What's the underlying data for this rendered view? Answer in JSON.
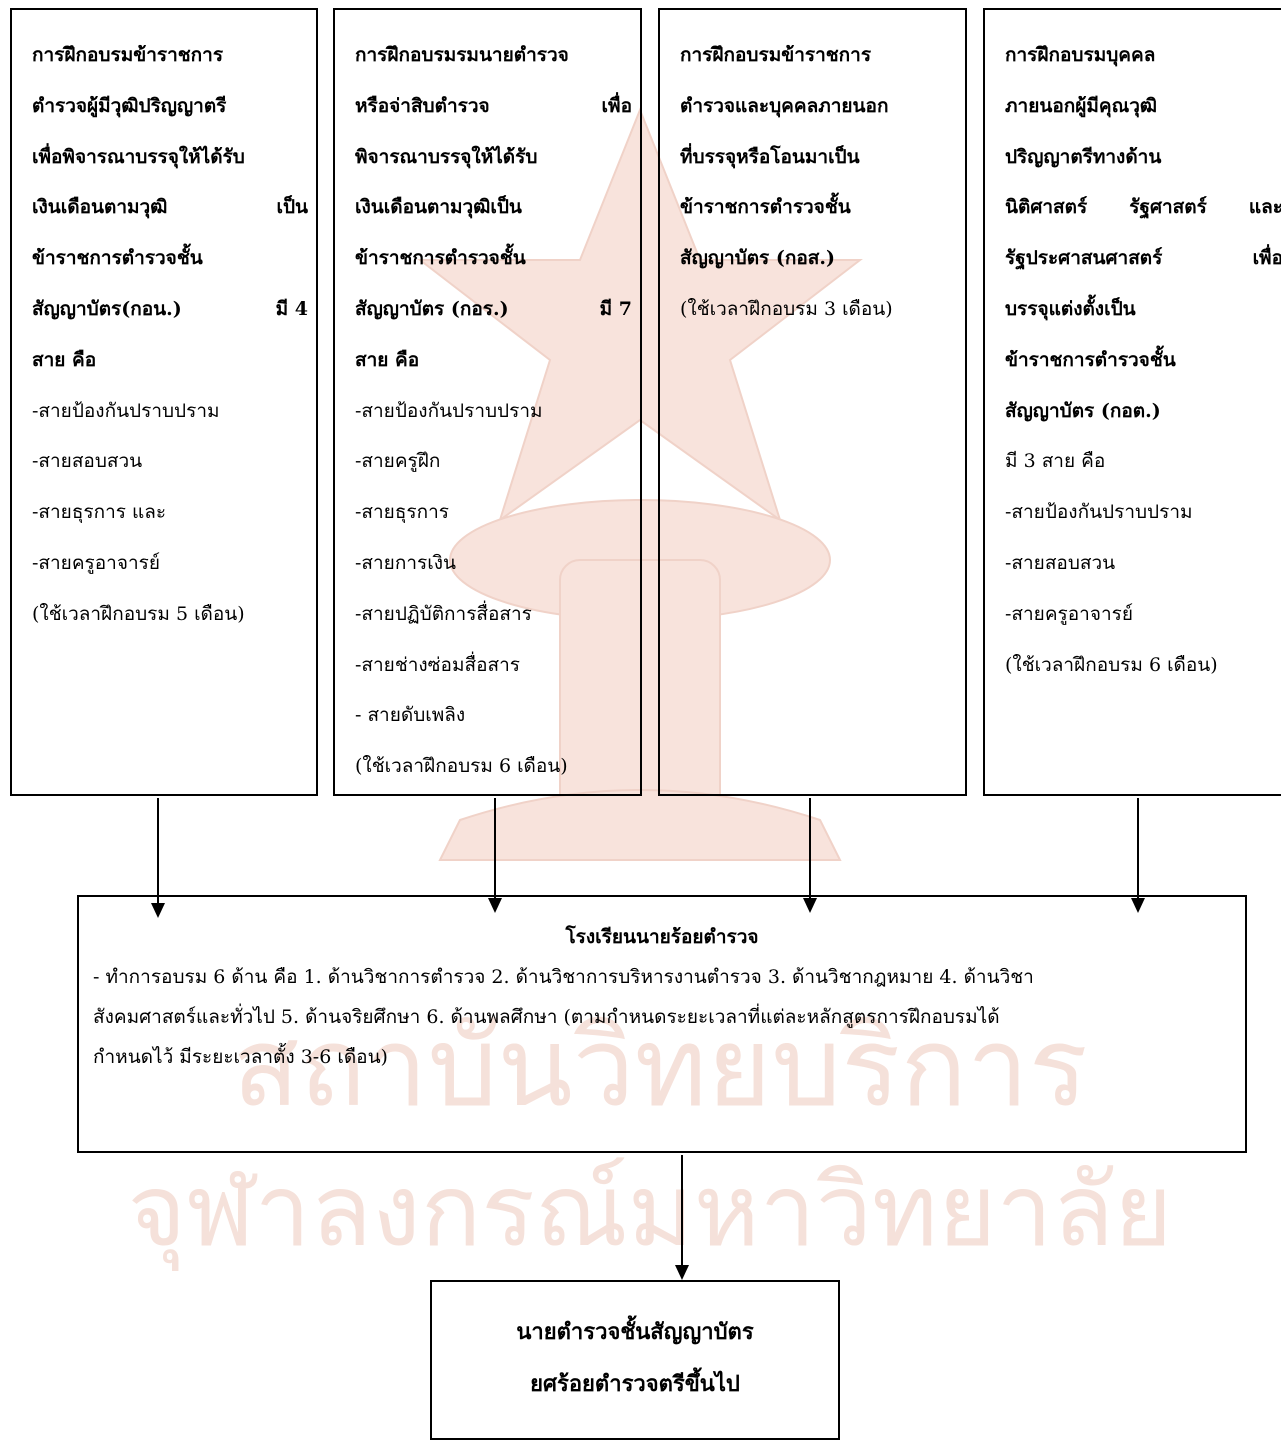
{
  "boxes": {
    "gon": {
      "title_lines": [
        "การฝึกอบรมข้าราชการ",
        "ตำรวจผู้มีวุฒิปริญญาตรี",
        "เพื่อพิจารณาบรรจุให้ได้รับ",
        "เงินเดือนตามวุฒิ เป็น",
        "ข้าราชการตำรวจชั้น"
      ],
      "title_last": "สัญญาบัตร(กอน.)",
      "count": "มี 4",
      "lead": "สาย คือ",
      "tracks": [
        "-สายป้องกันปราบปราม",
        "-สายสอบสวน",
        "-สายธุรการ และ",
        "-สายครูอาจารย์"
      ],
      "duration": "(ใช้เวลาฝึกอบรม 5 เดือน)"
    },
    "gor": {
      "title_lines": [
        "การฝึกอบรมรมนายตำรวจ",
        "หรือจ่าสิบตำรวจ เพื่อ",
        "พิจารณาบรรจุให้ได้รับ",
        "เงินเดือนตามวุฒิเป็น",
        "ข้าราชการตำรวจชั้น"
      ],
      "title_last": "สัญญาบัตร (กอร.)",
      "count": "มี 7",
      "lead": "สาย คือ",
      "tracks": [
        "-สายป้องกันปราบปราม",
        "-สายครูฝึก",
        "-สายธุรการ",
        "-สายการเงิน",
        "-สายปฏิบัติการสื่อสาร",
        "-สายช่างซ่อมสื่อสาร",
        "- สายดับเพลิง"
      ],
      "duration": "(ใช้เวลาฝึกอบรม 6 เดือน)"
    },
    "gos": {
      "title_lines": [
        "การฝึกอบรมข้าราชการ",
        "ตำรวจและบุคคลภายนอก",
        "ที่บรรจุหรือโอนมาเป็น",
        "ข้าราชการตำรวจชั้น",
        "สัญญาบัตร (กอส.)"
      ],
      "duration": "(ใช้เวลาฝึกอบรม 3 เดือน)"
    },
    "got": {
      "title_lines": [
        "การฝึกอบรมบุคคล",
        "ภายนอกผู้มีคุณวุฒิ",
        "ปริญญาตรีทางด้าน",
        "นิติศาสตร์ รัฐศาสตร์ และ",
        "รัฐประศาสนศาสตร์ เพื่อ",
        "บรรจุแต่งตั้งเป็น",
        "ข้าราชการตำรวจชั้น",
        "สัญญาบัตร (กอต.)"
      ],
      "lead": "มี 3 สาย คือ",
      "tracks": [
        "-สายป้องกันปราบปราม",
        "-สายสอบสวน",
        "-สายครูอาจารย์"
      ],
      "duration": "(ใช้เวลาฝึกอบรม 6 เดือน)"
    }
  },
  "school": {
    "title": "โรงเรียนนายร้อยตำรวจ",
    "lines": [
      "- ทำการอบรม 6 ด้าน คือ 1. ด้านวิชาการตำรวจ  2. ด้านวิชาการบริหารงานตำรวจ  3. ด้านวิชากฎหมาย 4. ด้านวิชา",
      "สังคมศาสตร์และทั่วไป 5. ด้านจริยศึกษา  6. ด้านพลศึกษา (ตามกำหนดระยะเวลาที่แต่ละหลักสูตรการฝึกอบรมได้",
      "กำหนดไว้ มีระยะเวลาตั้ง 3-6 เดือน)"
    ]
  },
  "result": {
    "line1": "นายตำรวจชั้นสัญญาบัตร",
    "line2": "ยศร้อยตำรวจตรีขึ้นไป"
  },
  "watermark": {
    "line1": "สถาบันวิทยบริการ",
    "line2": "จุฬาลงกรณ์มหาวิทยาลัย",
    "color": "#f3d7cf"
  }
}
